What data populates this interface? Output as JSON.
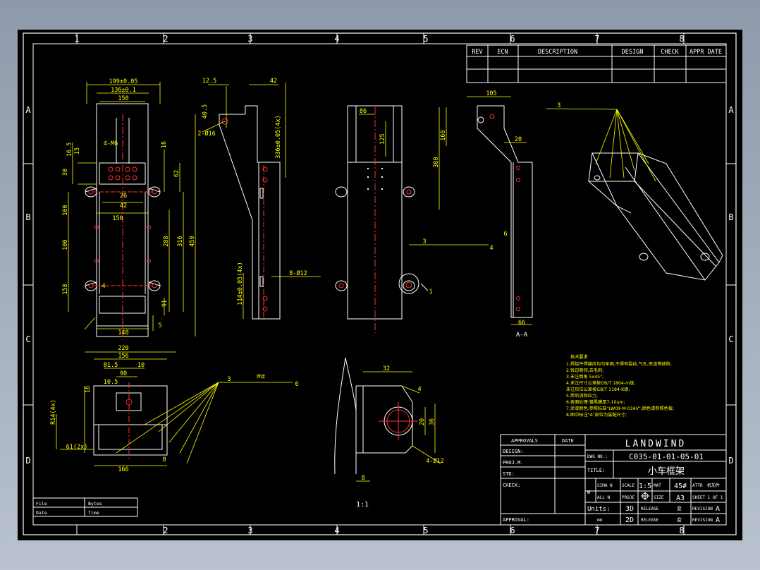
{
  "colors": {
    "border": "#ffffff",
    "part": "#ffffff",
    "dim": "#ffff00",
    "center": "#ff3030",
    "background": "#000000"
  },
  "grid": {
    "columns": [
      "1",
      "2",
      "3",
      "4",
      "5",
      "6",
      "7",
      "8"
    ],
    "rows": [
      "A",
      "B",
      "C",
      "D"
    ]
  },
  "revision_table": {
    "headers": [
      "REV",
      "ECN",
      "DESCRIPTION",
      "DESIGN",
      "CHECK",
      "APPR DATE"
    ]
  },
  "title_block": {
    "approvals": "APPROVALS",
    "date": "DATE",
    "design": "DESIGN:",
    "proj": "PROJ.M.",
    "std": "STD:",
    "check": "CHECK:",
    "approval": "APPROVAL:",
    "company": "LANDWIND",
    "dwg_no_label": "DWG NO.:",
    "dwg_no": "C035-01-01-05-01",
    "title_label": "TITLE:",
    "title": "小车框架",
    "w": "W",
    "sima": "SIMA N",
    "scale_label": "SCALE",
    "scale": "1:5",
    "mat_label": "MAT",
    "mat": "45#",
    "attr_label": "ATTR",
    "attr": "机加件",
    "all": "ALL N",
    "proje": "PROJE",
    "size_label": "SIZE",
    "size": "A3",
    "sheet": "SHEET 1 OF 1",
    "units_label": "Units:",
    "u3d": "3D",
    "u2d": "2D",
    "release": "RELEASE",
    "release_val": "变",
    "revision": "REVISION",
    "revision_val": "A",
    "mm": "mm"
  },
  "file_block": {
    "file": "File",
    "date": "Date",
    "bytes": "Bytes",
    "time": "Time"
  },
  "dims": {
    "top_w1": "199±0.05",
    "top_w2": "136±0.1",
    "top_w3": "150",
    "d165": "16.5",
    "d15": "15",
    "d30": "30",
    "d62": "62",
    "d100a": "100",
    "d100b": "100",
    "d158": "158",
    "d288": "288",
    "d316": "316",
    "d450": "450",
    "d91": "91",
    "d5": "5",
    "d4": "4",
    "d42": "42",
    "d26": "26",
    "d150b": "150",
    "d148": "148",
    "hole_m6": "4-M6",
    "d16": "16",
    "s125": "12.5",
    "s42": "42",
    "s405": "40.5",
    "s2d16": "2-Ø16",
    "s336": "336±0.05(4x)",
    "s114": "114±0.05(4x)",
    "s8d12": "8-Ø12",
    "m86": "86",
    "m125": "125",
    "r105": "105",
    "r160": "160",
    "r300": "300",
    "r6": "6",
    "r66": "66",
    "r20": "20",
    "r_aa": "A-A",
    "b220": "220",
    "b156": "156",
    "b815": "81.5",
    "b10": "10",
    "b90": "90",
    "b105": "10.5",
    "b166": "166",
    "b8": "8",
    "b16": "16",
    "bR": "R14(4x)",
    "b612": "61(2x)",
    "b3": "3",
    "b6": "6",
    "weld_note": "焊接",
    "d32": "32",
    "d20": "20",
    "d36": "36",
    "d8": "8",
    "d4d12": "4-Ø12",
    "scale11": "1:1",
    "c1": "1",
    "c3": "3",
    "c4": "4"
  },
  "notes": {
    "title": "技术要求",
    "lines": [
      "1.焊接件焊缝应均匀牢固,不得有裂纹,气孔,夹渣等缺陷.",
      "2.锐边倒钝,去毛刺;",
      "3.未注倒角 5x45°;",
      "4.未注尺寸公差按GB/T 1804-m级,",
      "  未注形位公差按GB/T 1184-K级;",
      "5.焊后消除应力,",
      "6.表面处理:镀黑膜厚7-10um;",
      "7.涂漆颜色,参照标准\"LW09-M-016V\",颜色请参照色板;",
      "8.图中标注\"A\"部位为装配尺寸;"
    ]
  }
}
